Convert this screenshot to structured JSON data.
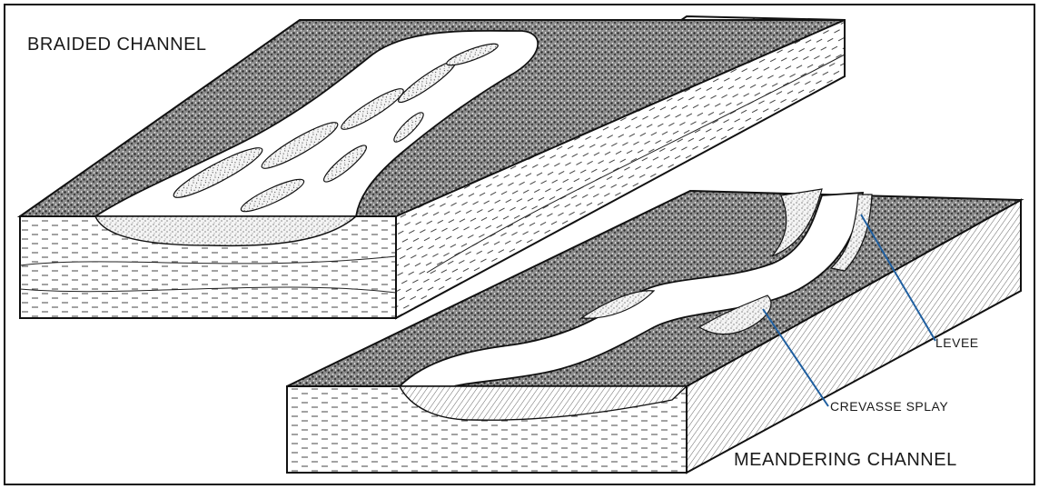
{
  "labels": {
    "braided": "BRAIDED CHANNEL",
    "meandering": "MEANDERING CHANNEL",
    "levee": "LEVEE",
    "crevasse": "CREVASSE SPLAY"
  },
  "colors": {
    "ink": "#1a1a1a",
    "leader": "#1f5fa0",
    "background": "#ffffff"
  }
}
